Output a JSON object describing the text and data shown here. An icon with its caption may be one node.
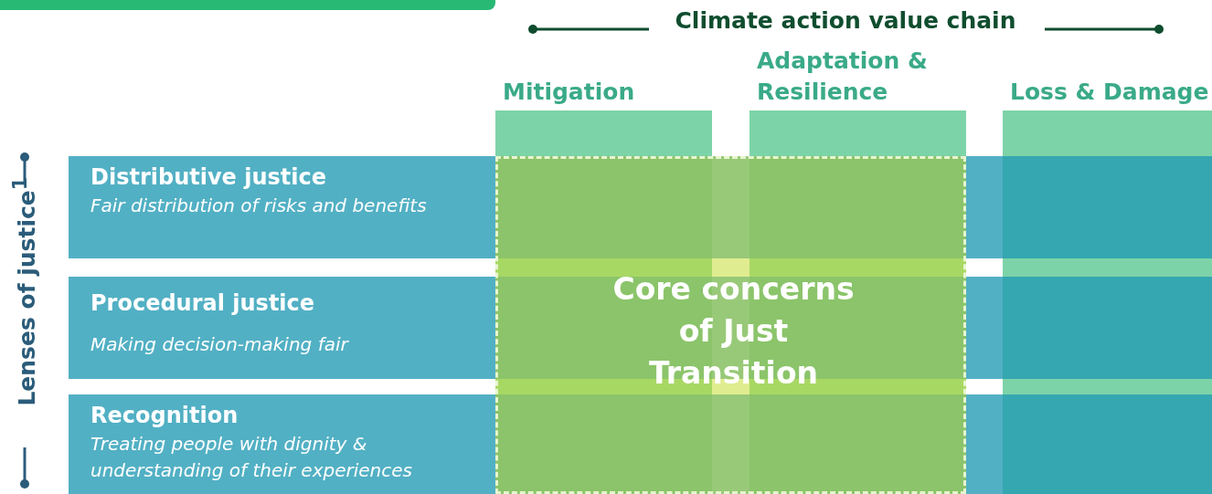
{
  "diagram": {
    "nodes": [
      {
        "text": [
          "Distributive justice",
          "Fair distribution of risks and benefits"
        ]
      },
      {
        "text": [
          "Procedural justice",
          "Making decision-making fair"
        ]
      },
      {
        "text": [
          "Recognition",
          "Treating people with dignity & understanding of their experiences"
        ]
      },
      {
        "text": [
          "Mitigation"
        ]
      },
      {
        "text": [
          "Adaptation & Resilience"
        ]
      },
      {
        "text": [
          "Loss & Damage"
        ]
      },
      {
        "text": [
          "Core concerns of Just Transition"
        ]
      }
    ],
    "labels": [
      "Climate action value chain",
      "Lenses of justice$^{1}$"
    ]
  }
}
